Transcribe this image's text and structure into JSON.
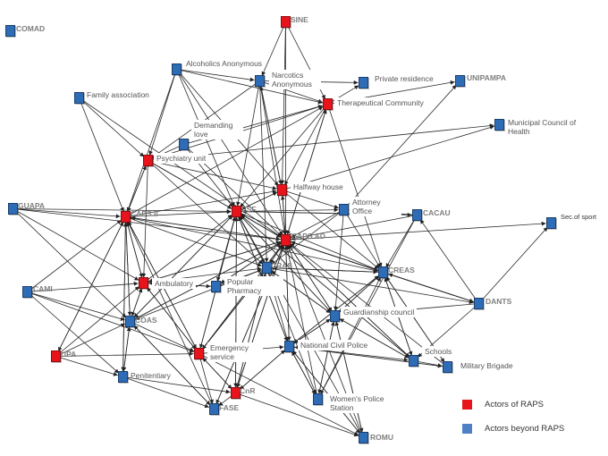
{
  "nodes": [
    {
      "id": "COMAD",
      "label": "COMAD",
      "type": "beyond"
    },
    {
      "id": "SINE",
      "label": "SINE",
      "type": "raps"
    },
    {
      "id": "AA",
      "label": "Alcoholics Anonymous",
      "type": "beyond"
    },
    {
      "id": "NA",
      "label": "Narcotics Anonymous",
      "type": "beyond"
    },
    {
      "id": "PR",
      "label": "Private residence",
      "type": "beyond"
    },
    {
      "id": "UNIPAMPA",
      "label": "UNIPAMPA",
      "type": "beyond"
    },
    {
      "id": "FA",
      "label": "Family association",
      "type": "beyond"
    },
    {
      "id": "TC",
      "label": "Therapeutical Community",
      "type": "raps"
    },
    {
      "id": "DL",
      "label": "Demanding love",
      "type": "beyond"
    },
    {
      "id": "MCH",
      "label": "Municipal Council of Health",
      "type": "beyond"
    },
    {
      "id": "PU",
      "label": "Psychiatry unit",
      "type": "raps"
    },
    {
      "id": "HH",
      "label": "Halfway house",
      "type": "raps"
    },
    {
      "id": "GUAPA",
      "label": "GUAPA",
      "type": "beyond"
    },
    {
      "id": "CAPSII",
      "label": "CAPS II",
      "type": "raps"
    },
    {
      "id": "ESF",
      "label": "ESF",
      "type": "raps"
    },
    {
      "id": "AO",
      "label": "Attorney Office",
      "type": "beyond"
    },
    {
      "id": "CACAU",
      "label": "CACAU",
      "type": "beyond"
    },
    {
      "id": "SOS",
      "label": "Sec.of sport",
      "type": "beyond"
    },
    {
      "id": "CAPSAD",
      "label": "CAPS AD",
      "type": "raps"
    },
    {
      "id": "CRAS",
      "label": "CRAS",
      "type": "beyond"
    },
    {
      "id": "CREAS",
      "label": "CREAS",
      "type": "beyond"
    },
    {
      "id": "CAMI",
      "label": "CAMI",
      "type": "beyond"
    },
    {
      "id": "AMB",
      "label": "Ambulatory",
      "type": "raps"
    },
    {
      "id": "PP",
      "label": "Popular Pharmacy",
      "type": "beyond"
    },
    {
      "id": "DANTS",
      "label": "DANTS",
      "type": "beyond"
    },
    {
      "id": "COAS",
      "label": "COAS",
      "type": "beyond"
    },
    {
      "id": "GC",
      "label": "Guardianship council",
      "type": "beyond"
    },
    {
      "id": "UPA",
      "label": "UPA",
      "type": "raps"
    },
    {
      "id": "ES",
      "label": "Emergency service",
      "type": "raps"
    },
    {
      "id": "NCP",
      "label": "National Civil Police",
      "type": "beyond"
    },
    {
      "id": "SCH",
      "label": "Schools",
      "type": "beyond"
    },
    {
      "id": "PEN",
      "label": "Penitentiary",
      "type": "beyond"
    },
    {
      "id": "MB",
      "label": "Military Brigade",
      "type": "beyond"
    },
    {
      "id": "CnR",
      "label": "CnR",
      "type": "raps"
    },
    {
      "id": "WPS",
      "label": "Women's Police Station",
      "type": "beyond"
    },
    {
      "id": "FASE",
      "label": "FASE",
      "type": "beyond"
    },
    {
      "id": "ROMU",
      "label": "ROMU",
      "type": "beyond"
    }
  ],
  "edges": [
    [
      "SINE",
      "NA"
    ],
    [
      "SINE",
      "TC"
    ],
    [
      "SINE",
      "CAPSAD"
    ],
    [
      "SINE",
      "HH"
    ],
    [
      "AA",
      "NA"
    ],
    [
      "AA",
      "PU"
    ],
    [
      "AA",
      "ESF"
    ],
    [
      "AA",
      "CAPSAD"
    ],
    [
      "AA",
      "TC"
    ],
    [
      "AA",
      "CAPSII"
    ],
    [
      "AA",
      "HH"
    ],
    [
      "NA",
      "TC"
    ],
    [
      "NA",
      "CAPSAD"
    ],
    [
      "NA",
      "ESF"
    ],
    [
      "NA",
      "PU"
    ],
    [
      "NA",
      "CRAS"
    ],
    [
      "NA",
      "HH"
    ],
    [
      "NA",
      "PR"
    ],
    [
      "FA",
      "PU"
    ],
    [
      "FA",
      "CAPSII"
    ],
    [
      "FA",
      "CAPSAD"
    ],
    [
      "TC",
      "PR"
    ],
    [
      "TC",
      "UNIPAMPA"
    ],
    [
      "TC",
      "CAPSAD"
    ],
    [
      "TC",
      "ESF"
    ],
    [
      "TC",
      "CREAS"
    ],
    [
      "TC",
      "HH"
    ],
    [
      "DL",
      "PU"
    ],
    [
      "DL",
      "CAPSAD"
    ],
    [
      "DL",
      "ESF"
    ],
    [
      "DL",
      "TC"
    ],
    [
      "PU",
      "ESF"
    ],
    [
      "PU",
      "CAPSII"
    ],
    [
      "PU",
      "CAPSAD"
    ],
    [
      "PU",
      "HH"
    ],
    [
      "PU",
      "TC"
    ],
    [
      "PU",
      "AMB"
    ],
    [
      "PU",
      "CRAS"
    ],
    [
      "PU",
      "MCH"
    ],
    [
      "HH",
      "CAPSAD"
    ],
    [
      "HH",
      "ESF"
    ],
    [
      "HH",
      "AO"
    ],
    [
      "HH",
      "MCH"
    ],
    [
      "HH",
      "CREAS"
    ],
    [
      "HH",
      "NA"
    ],
    [
      "GUAPA",
      "CAPSII"
    ],
    [
      "GUAPA",
      "ESF"
    ],
    [
      "GUAPA",
      "CAPSAD"
    ],
    [
      "GUAPA",
      "COAS"
    ],
    [
      "GUAPA",
      "AMB"
    ],
    [
      "CAPSII",
      "ESF"
    ],
    [
      "CAPSII",
      "CAPSAD"
    ],
    [
      "CAPSII",
      "CRAS"
    ],
    [
      "CAPSII",
      "CREAS"
    ],
    [
      "CAPSII",
      "AMB"
    ],
    [
      "CAPSII",
      "COAS"
    ],
    [
      "CAPSII",
      "ES"
    ],
    [
      "CAPSII",
      "PEN"
    ],
    [
      "CAPSII",
      "UPA"
    ],
    [
      "CAPSII",
      "HH"
    ],
    [
      "CAPSII",
      "TC"
    ],
    [
      "CAPSII",
      "PU"
    ],
    [
      "ESF",
      "CAPSAD"
    ],
    [
      "ESF",
      "CRAS"
    ],
    [
      "ESF",
      "CREAS"
    ],
    [
      "ESF",
      "AO"
    ],
    [
      "ESF",
      "CnR"
    ],
    [
      "ESF",
      "NCP"
    ],
    [
      "ESF",
      "GC"
    ],
    [
      "ESF",
      "PP"
    ],
    [
      "ESF",
      "COAS"
    ],
    [
      "ESF",
      "ES"
    ],
    [
      "ESF",
      "SCH"
    ],
    [
      "ESF",
      "CACAU"
    ],
    [
      "ESF",
      "HH"
    ],
    [
      "AO",
      "CAPSAD"
    ],
    [
      "AO",
      "CRAS"
    ],
    [
      "AO",
      "CREAS"
    ],
    [
      "AO",
      "GC"
    ],
    [
      "AO",
      "UNIPAMPA"
    ],
    [
      "CACAU",
      "CAPSAD"
    ],
    [
      "CACAU",
      "CREAS"
    ],
    [
      "CACAU",
      "ESF"
    ],
    [
      "CACAU",
      "AO"
    ],
    [
      "CACAU",
      "WPS"
    ],
    [
      "CAPSAD",
      "CRAS"
    ],
    [
      "CAPSAD",
      "CREAS"
    ],
    [
      "CAPSAD",
      "AMB"
    ],
    [
      "CAPSAD",
      "GC"
    ],
    [
      "CAPSAD",
      "NCP"
    ],
    [
      "CAPSAD",
      "CnR"
    ],
    [
      "CAPSAD",
      "ES"
    ],
    [
      "CAPSAD",
      "PP"
    ],
    [
      "CAPSAD",
      "SOS"
    ],
    [
      "CAPSAD",
      "DANTS"
    ],
    [
      "CAPSAD",
      "COAS"
    ],
    [
      "CAPSAD",
      "FASE"
    ],
    [
      "CAPSAD",
      "SCH"
    ],
    [
      "CAPSAD",
      "HH"
    ],
    [
      "CAPSAD",
      "ESF"
    ],
    [
      "CAPSAD",
      "CAPSII"
    ],
    [
      "CAPSAD",
      "TC"
    ],
    [
      "CRAS",
      "CREAS"
    ],
    [
      "CRAS",
      "GC"
    ],
    [
      "CRAS",
      "NCP"
    ],
    [
      "CRAS",
      "ES"
    ],
    [
      "CRAS",
      "COAS"
    ],
    [
      "CRAS",
      "CnR"
    ],
    [
      "CRAS",
      "DANTS"
    ],
    [
      "CRAS",
      "WPS"
    ],
    [
      "CRAS",
      "CAPSAD"
    ],
    [
      "CRAS",
      "ESF"
    ],
    [
      "CREAS",
      "GC"
    ],
    [
      "CREAS",
      "DANTS"
    ],
    [
      "CREAS",
      "SCH"
    ],
    [
      "CREAS",
      "NCP"
    ],
    [
      "CREAS",
      "MB"
    ],
    [
      "CREAS",
      "CAPSAD"
    ],
    [
      "CREAS",
      "CRAS"
    ],
    [
      "CAMI",
      "AMB"
    ],
    [
      "CAMI",
      "COAS"
    ],
    [
      "CAMI",
      "CAPSII"
    ],
    [
      "CAMI",
      "ES"
    ],
    [
      "CAMI",
      "PEN"
    ],
    [
      "AMB",
      "CAPSII"
    ],
    [
      "AMB",
      "CAPSAD"
    ],
    [
      "AMB",
      "ESF"
    ],
    [
      "AMB",
      "ES"
    ],
    [
      "AMB",
      "PP"
    ],
    [
      "AMB",
      "COAS"
    ],
    [
      "AMB",
      "CRAS"
    ],
    [
      "PP",
      "CAPSAD"
    ],
    [
      "PP",
      "ESF"
    ],
    [
      "PP",
      "CRAS"
    ],
    [
      "PP",
      "AMB"
    ],
    [
      "DANTS",
      "CAPSAD"
    ],
    [
      "DANTS",
      "CREAS"
    ],
    [
      "DANTS",
      "SOS"
    ],
    [
      "DANTS",
      "GC"
    ],
    [
      "DANTS",
      "CACAU"
    ],
    [
      "DANTS",
      "SCH"
    ],
    [
      "COAS",
      "CAPSII"
    ],
    [
      "COAS",
      "ESF"
    ],
    [
      "COAS",
      "CAPSAD"
    ],
    [
      "COAS",
      "ES"
    ],
    [
      "COAS",
      "PEN"
    ],
    [
      "COAS",
      "AMB"
    ],
    [
      "COAS",
      "FASE"
    ],
    [
      "GC",
      "CAPSAD"
    ],
    [
      "GC",
      "CREAS"
    ],
    [
      "GC",
      "CRAS"
    ],
    [
      "GC",
      "SCH"
    ],
    [
      "GC",
      "NCP"
    ],
    [
      "GC",
      "ESF"
    ],
    [
      "GC",
      "WPS"
    ],
    [
      "GC",
      "ROMU"
    ],
    [
      "UPA",
      "CAPSII"
    ],
    [
      "UPA",
      "ES"
    ],
    [
      "UPA",
      "AMB"
    ],
    [
      "UPA",
      "PEN"
    ],
    [
      "UPA",
      "COAS"
    ],
    [
      "ES",
      "CAPSII"
    ],
    [
      "ES",
      "CAPSAD"
    ],
    [
      "ES",
      "ESF"
    ],
    [
      "ES",
      "CnR"
    ],
    [
      "ES",
      "NCP"
    ],
    [
      "ES",
      "FASE"
    ],
    [
      "ES",
      "CRAS"
    ],
    [
      "ES",
      "ROMU"
    ],
    [
      "ES",
      "AMB"
    ],
    [
      "NCP",
      "CAPSAD"
    ],
    [
      "NCP",
      "CREAS"
    ],
    [
      "NCP",
      "GC"
    ],
    [
      "NCP",
      "WPS"
    ],
    [
      "NCP",
      "MB"
    ],
    [
      "NCP",
      "SCH"
    ],
    [
      "NCP",
      "ROMU"
    ],
    [
      "NCP",
      "ESF"
    ],
    [
      "NCP",
      "CnR"
    ],
    [
      "SCH",
      "CAPSAD"
    ],
    [
      "SCH",
      "CREAS"
    ],
    [
      "SCH",
      "GC"
    ],
    [
      "SCH",
      "MB"
    ],
    [
      "SCH",
      "ESF"
    ],
    [
      "PEN",
      "CAPSII"
    ],
    [
      "PEN",
      "FASE"
    ],
    [
      "PEN",
      "COAS"
    ],
    [
      "PEN",
      "CnR"
    ],
    [
      "MB",
      "CAPSAD"
    ],
    [
      "MB",
      "NCP"
    ],
    [
      "MB",
      "CREAS"
    ],
    [
      "CnR",
      "CAPSAD"
    ],
    [
      "CnR",
      "ESF"
    ],
    [
      "CnR",
      "FASE"
    ],
    [
      "CnR",
      "ROMU"
    ],
    [
      "CnR",
      "CRAS"
    ],
    [
      "CnR",
      "ES"
    ],
    [
      "CnR",
      "NCP"
    ],
    [
      "WPS",
      "CAPSAD"
    ],
    [
      "WPS",
      "NCP"
    ],
    [
      "WPS",
      "GC"
    ],
    [
      "WPS",
      "CREAS"
    ],
    [
      "FASE",
      "CAPSII"
    ],
    [
      "FASE",
      "COAS"
    ],
    [
      "FASE",
      "CAPSAD"
    ],
    [
      "ROMU",
      "CAPSAD"
    ],
    [
      "ROMU",
      "GC"
    ],
    [
      "ROMU",
      "NCP"
    ],
    [
      "ROMU",
      "ESF"
    ]
  ],
  "legend": {
    "raps_label": "Actors of RAPS",
    "beyond_label": "Actors beyond RAPS",
    "raps_color": "#e8141c",
    "beyond_color": "#2e6db5"
  },
  "colors": {
    "edge": "#2b2b2b"
  }
}
